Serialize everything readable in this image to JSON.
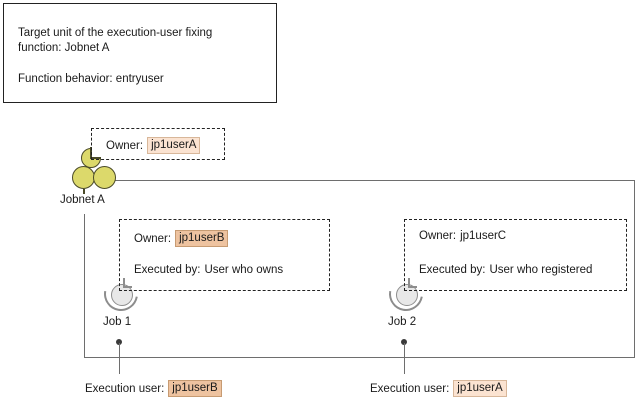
{
  "description_box": {
    "line1": "Target unit of the execution-user fixing",
    "line2": "function: Jobnet A",
    "line3": "Function behavior: entryuser"
  },
  "nodes": {
    "jobnet": {
      "label": "Jobnet A",
      "icon": "jobnet-group-icon",
      "color": "#dcd96b"
    },
    "job1": {
      "label": "Job 1",
      "icon": "job-unit-icon",
      "color": "#e8e8e8"
    },
    "job2": {
      "label": "Job 2",
      "icon": "job-unit-icon",
      "color": "#e8e8e8"
    }
  },
  "annotations": {
    "jobnet_owner": {
      "owner_label": "Owner:",
      "owner_value": "jp1userA",
      "owner_highlight": "#fbe3d1"
    },
    "job1": {
      "owner_label": "Owner:",
      "owner_value": "jp1userB",
      "owner_highlight": "#eec3a0",
      "executed_label": "Executed by:",
      "executed_value": "User who owns"
    },
    "job2": {
      "owner_label": "Owner:",
      "owner_value": "jp1userC",
      "owner_highlight": "none",
      "executed_label": "Executed by:",
      "executed_value": "User who registered"
    }
  },
  "execution_users": {
    "job1": {
      "label": "Execution user:",
      "value": "jp1userB",
      "highlight": "#eec3a0"
    },
    "job2": {
      "label": "Execution user:",
      "value": "jp1userA",
      "highlight": "#fbe3d1"
    }
  },
  "colors": {
    "frame_line": "#6e6e6e",
    "box_border": "#222222",
    "text": "#1a1a1a"
  }
}
